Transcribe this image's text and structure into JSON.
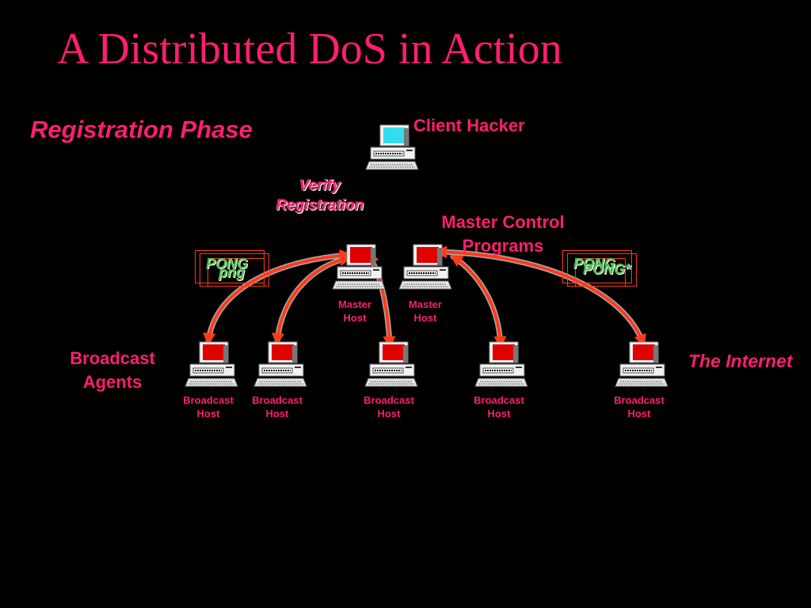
{
  "slide": {
    "title": "A Distributed DoS in Action",
    "phase": "Registration Phase",
    "client_label": "Client Hacker",
    "verify_line1": "Verify",
    "verify_line2": "Registration",
    "masters_label_line1": "Master Control",
    "masters_label_line2": "Programs",
    "broadcast_label_line1": "Broadcast",
    "broadcast_label_line2": "Agents",
    "internet_label": "The Internet"
  },
  "packets": {
    "left_back": "PONG",
    "left_front": "png",
    "right_back": "PONG",
    "right_front": "PONG*"
  },
  "hosts": {
    "master": [
      {
        "line1": "Master",
        "line2": "Host"
      },
      {
        "line1": "Master",
        "line2": "Host"
      }
    ],
    "broadcast": [
      {
        "line1": "Broadcast",
        "line2": "Host"
      },
      {
        "line1": "Broadcast",
        "line2": "Host"
      },
      {
        "line1": "Broadcast",
        "line2": "Host"
      },
      {
        "line1": "Broadcast",
        "line2": "Host"
      },
      {
        "line1": "Broadcast",
        "line2": "Host"
      }
    ]
  },
  "colors": {
    "accent": "#ff1f6e",
    "arrow": "#ff3a1a",
    "client_screen": "#33ddee",
    "host_screen": "#e00000",
    "packet_text": "#4ec24e"
  },
  "icons": {
    "client": "computer-icon",
    "master": "computer-icon",
    "broadcast": "computer-icon"
  }
}
